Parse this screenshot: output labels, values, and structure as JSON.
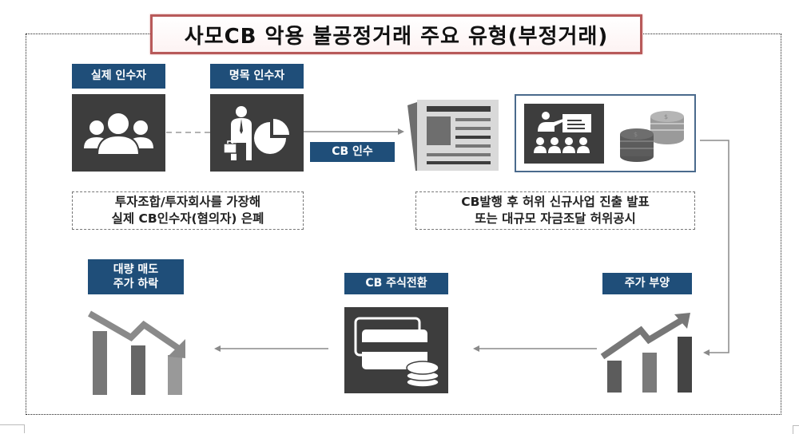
{
  "title": "사모CB 악용 불공정거래 주요 유형(부정거래)",
  "steps": {
    "actual_acquirer": {
      "label": "실제 인수자",
      "icon": "group-people-icon"
    },
    "nominal_acquirer": {
      "label": "명목 인수자",
      "icon": "businessman-pie-chart-icon"
    },
    "cb_acquisition": {
      "label": "CB 인수"
    },
    "announcement": {
      "icons": [
        "newspaper-icon",
        "presentation-icon",
        "coin-stacks-icon"
      ]
    },
    "price_boost": {
      "label": "주가 부양",
      "icon": "rising-chart-icon"
    },
    "cb_conversion": {
      "label": "CB 주식전환",
      "icon": "cards-coins-icon"
    },
    "mass_selloff": {
      "label_line1": "대량 매도",
      "label_line2": "주가 하락",
      "icon": "falling-chart-icon"
    }
  },
  "notes": {
    "disguise": {
      "line1": "투자조합/투자회사를 가장해",
      "line2": "실제 CB인수자(혐의자) 은폐"
    },
    "false_disclosure": {
      "line1": "CB발행 후 허위 신규사업 진출 발표",
      "line2": "또는 대규모 자금조달 허위공시"
    }
  },
  "colors": {
    "label_bg": "#1f4e79",
    "tile_bg": "#3d3d3d",
    "title_border": "#b85a5a",
    "arrow": "#8a8a8a"
  }
}
